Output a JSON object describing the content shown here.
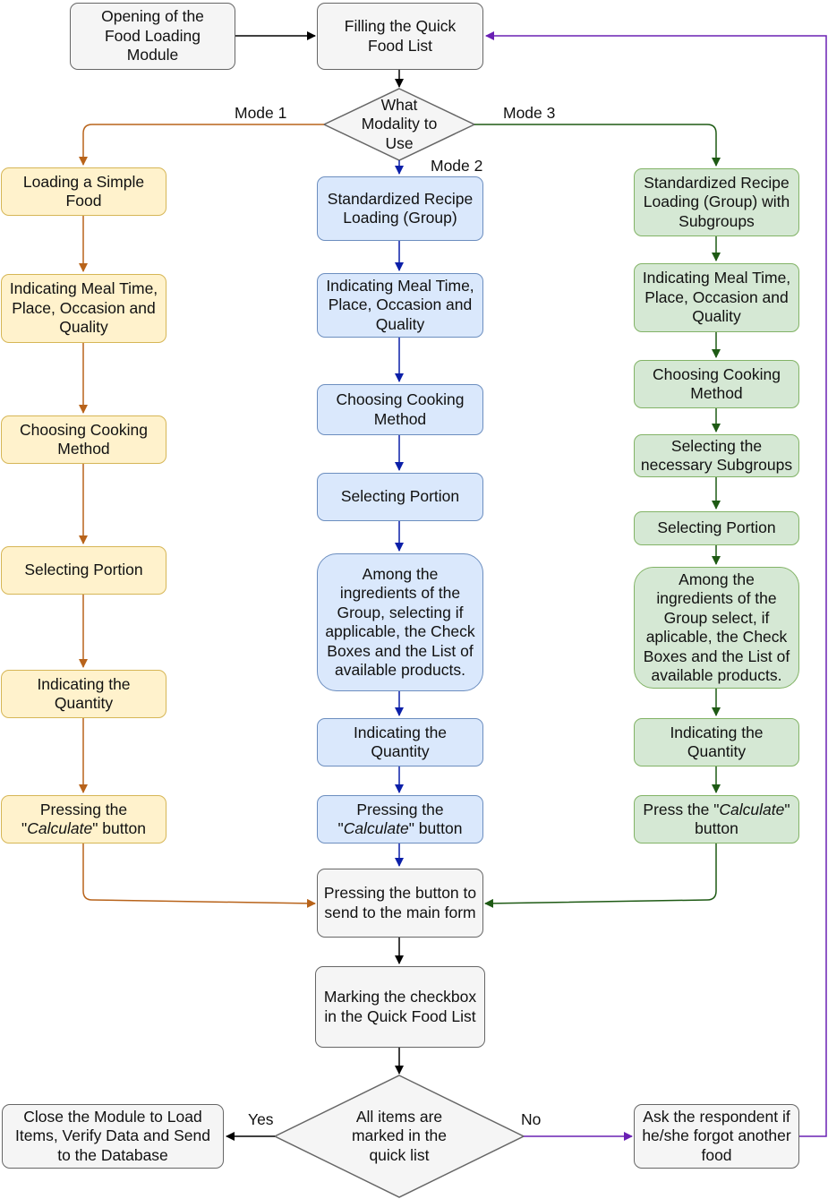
{
  "nodes": {
    "opening": "Opening of the\nFood Loading\nModule",
    "filling": "Filling the Quick\nFood List",
    "decision_mode": "What\nModality to\nUse",
    "m1_load": "Loading a Simple\nFood",
    "m1_meal": "Indicating Meal Time,\nPlace, Occasion and\nQuality",
    "m1_cook": "Choosing Cooking\nMethod",
    "m1_portion": "Selecting Portion",
    "m1_qty": "Indicating the\nQuantity",
    "m1_press_a": "Pressing the\n\"",
    "m1_press_em": "Calculate",
    "m1_press_b": "\" button",
    "m2_load": "Standardized Recipe\nLoading (Group)",
    "m2_meal": "Indicating Meal Time,\nPlace, Occasion and\nQuality",
    "m2_cook": "Choosing Cooking\nMethod",
    "m2_portion": "Selecting Portion",
    "m2_ingr": "Among the\ningredients of the\nGroup, selecting if\napplicable, the Check\nBoxes and the List of\navailable products.",
    "m2_qty": "Indicating the\nQuantity",
    "m2_press_a": "Pressing the\n\"",
    "m2_press_em": "Calculate",
    "m2_press_b": "\" button",
    "m3_load": "Standardized Recipe\nLoading (Group) with\nSubgroups",
    "m3_meal": "Indicating Meal Time,\nPlace, Occasion and\nQuality",
    "m3_cook": "Choosing Cooking\nMethod",
    "m3_sub": "Selecting the\nnecessary Subgroups",
    "m3_portion": "Selecting Portion",
    "m3_ingr": "Among the\ningredients of the\nGroup select, if\naplicable, the Check\nBoxes and the List of\navailable products.",
    "m3_qty": "Indicating the\nQuantity",
    "m3_press_a": "Press the \"",
    "m3_press_em": "Calculate",
    "m3_press_b": "\"\nbutton",
    "send": "Pressing the button to\nsend to the main form",
    "mark": "Marking the checkbox\nin the Quick Food List",
    "decision_all": "All items are\nmarked in the\nquick list",
    "close": "Close the Module to Load\nItems, Verify Data and Send\nto the Database",
    "ask": "Ask the respondent if\nhe/she forgot another\nfood"
  },
  "edges": {
    "mode1": "Mode 1",
    "mode2": "Mode 2",
    "mode3": "Mode 3",
    "yes": "Yes",
    "no": "No"
  },
  "colors": {
    "mode1_arrow": "#b8631a",
    "mode2_arrow": "#0b1fa8",
    "mode3_arrow": "#1e5a14",
    "loop_arrow": "#6a20b4",
    "main_arrow": "#000000"
  }
}
